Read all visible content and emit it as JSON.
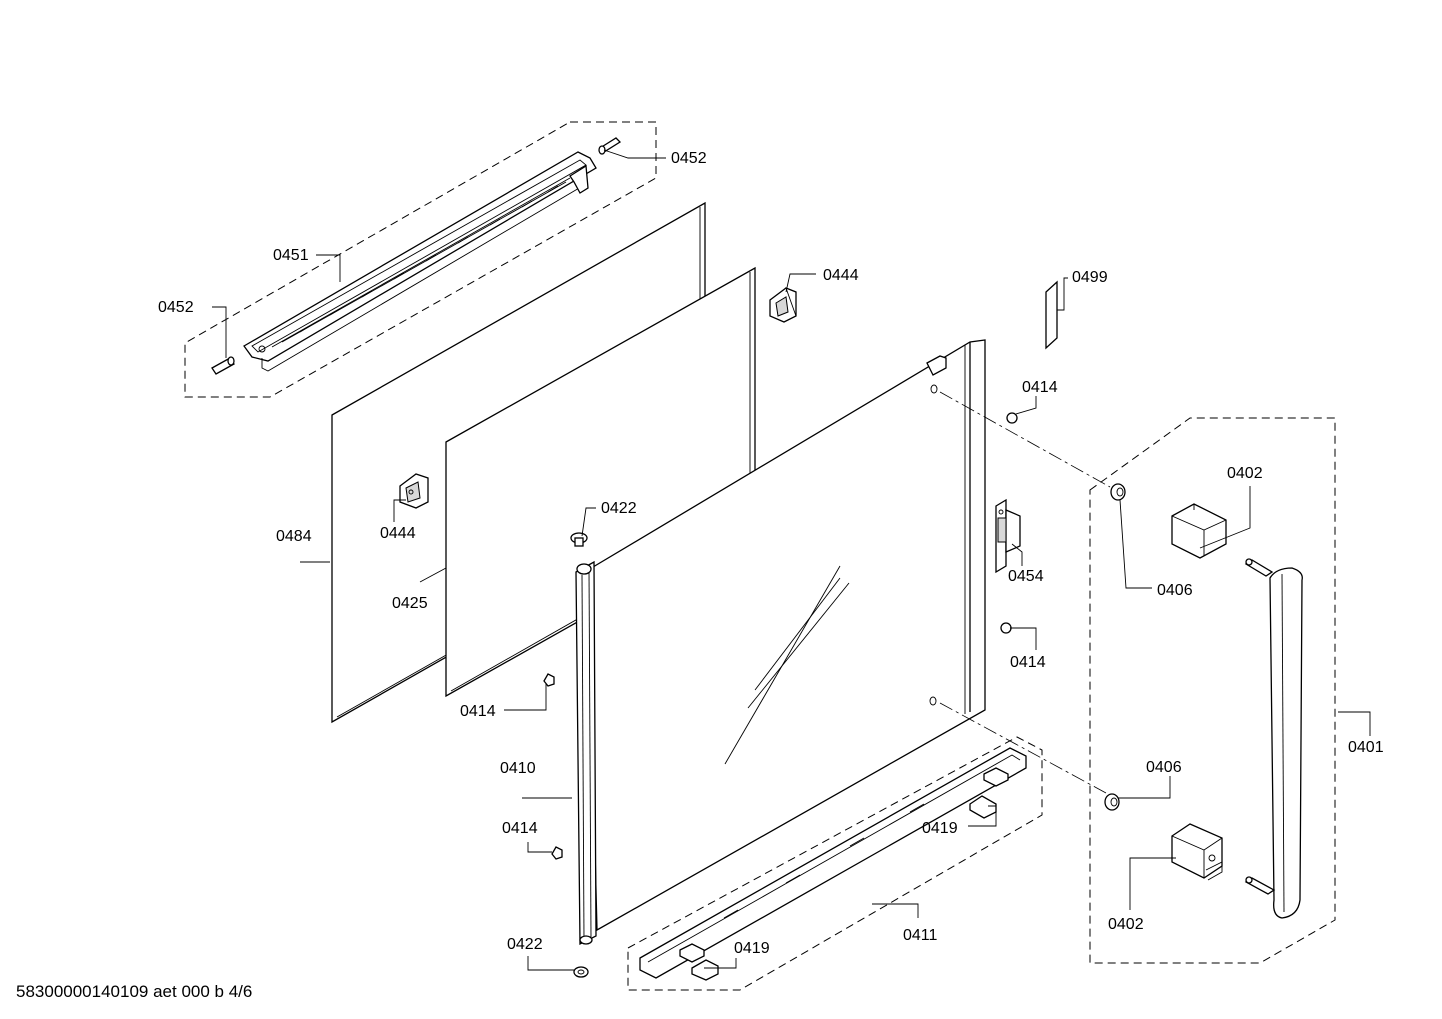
{
  "labels": {
    "l0452_top": "0452",
    "l0451": "0451",
    "l0452_left": "0452",
    "l0444_top": "0444",
    "l0499": "0499",
    "l0414_upper": "0414",
    "l0402_top": "0402",
    "l0484": "0484",
    "l0444_mid": "0444",
    "l0422_top": "0422",
    "l0406_top": "0406",
    "l0454": "0454",
    "l0425": "0425",
    "l0414_right": "0414",
    "l0414_mid": "0414",
    "l0401": "0401",
    "l0410": "0410",
    "l0406_bottom": "0406",
    "l0414_low": "0414",
    "l0419_right": "0419",
    "l0402_bottom": "0402",
    "l0411": "0411",
    "l0422_bottom": "0422",
    "l0419_bottom": "0419"
  },
  "footer": "58300000140109 aet 000 b 4/6"
}
